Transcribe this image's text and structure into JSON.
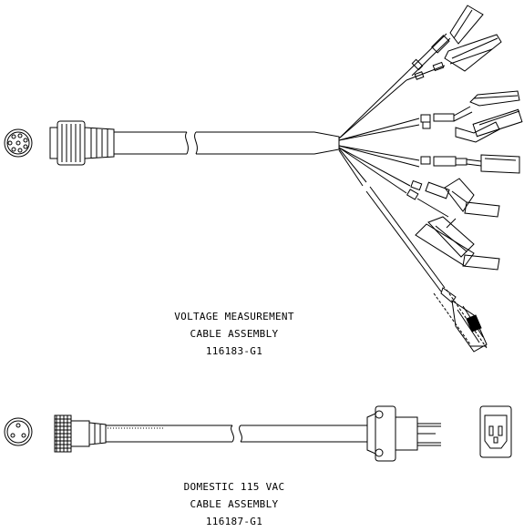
{
  "voltage_assembly": {
    "line1": "VOLTAGE MEASUREMENT",
    "line2": "CABLE ASSEMBLY",
    "part_number": "116183-G1"
  },
  "power_assembly": {
    "line1": "DOMESTIC 115 VAC",
    "line2": "CABLE ASSEMBLY",
    "part_number": "116187-G1"
  },
  "colors": {
    "line": "#000000",
    "background": "#ffffff"
  }
}
